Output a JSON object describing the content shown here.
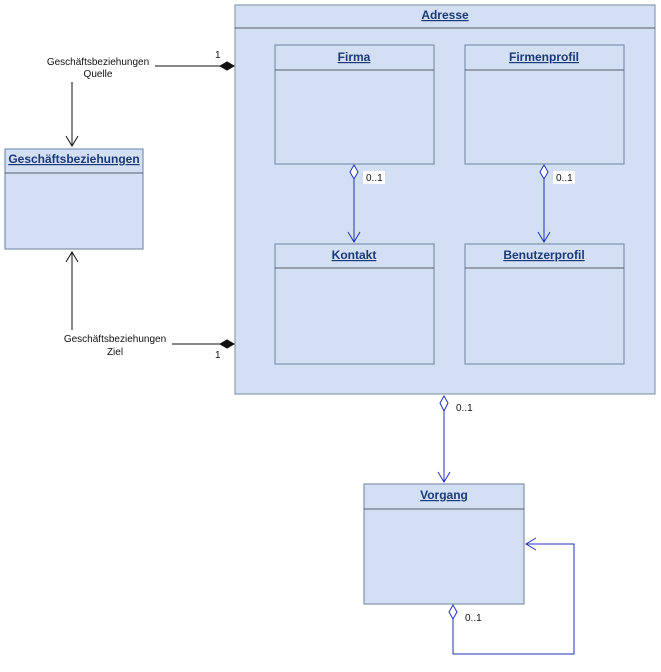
{
  "classes": {
    "adresse": "Adresse",
    "firma": "Firma",
    "firmenprofil": "Firmenprofil",
    "kontakt": "Kontakt",
    "benutzerprofil": "Benutzerprofil",
    "geschaeftsbeziehungen": "Geschäftsbeziehungen",
    "vorgang": "Vorgang"
  },
  "associations": {
    "quelle_line1": "Geschäftsbeziehungen",
    "quelle_line2": "Quelle",
    "ziel_line1": "Geschäftsbeziehungen",
    "ziel_line2": "Ziel",
    "mult_quelle": "1",
    "mult_ziel": "1",
    "mult_firma_kontakt": "0..1",
    "mult_firmenprofil_benutzerprofil": "0..1",
    "mult_adresse_vorgang": "0..1",
    "mult_vorgang_self": "0..1"
  }
}
